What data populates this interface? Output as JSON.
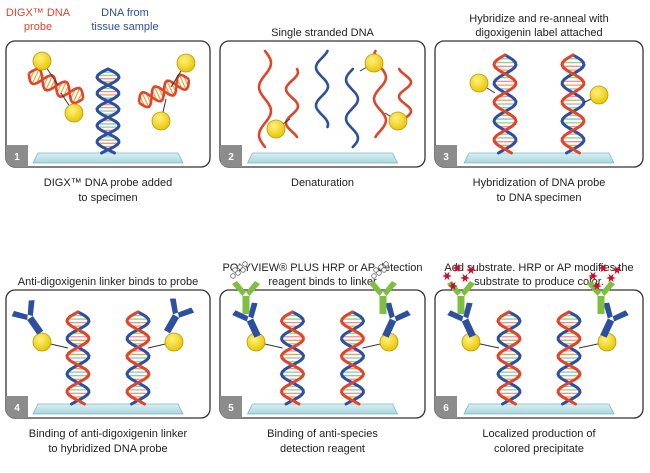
{
  "legend": {
    "probe_line1": "DIGX™ DNA",
    "probe_line2": "probe",
    "tissue_line1": "DNA from",
    "tissue_line2": "tissue sample"
  },
  "colors": {
    "probe": "#e0452a",
    "tissue": "#2d4fa0",
    "label": "#f5d20f",
    "linker": "#2d4fa0",
    "detection": "#7fbf3f",
    "precipitate": "#c8102e",
    "slide": "#bfe3e8",
    "badge": "#8c8c8c"
  },
  "panels": [
    {
      "number": "1",
      "header": [
        "",
        ""
      ],
      "caption": [
        "DIGX™ DNA probe added",
        "to specimen"
      ]
    },
    {
      "number": "2",
      "header": [
        "",
        "Single stranded DNA"
      ],
      "caption": [
        "Denaturation",
        ""
      ]
    },
    {
      "number": "3",
      "header": [
        "Hybridize and re-anneal with",
        "digoxigenin label attached"
      ],
      "caption": [
        "Hybridization of DNA probe",
        "to DNA specimen"
      ]
    },
    {
      "number": "4",
      "header": [
        "",
        "Anti-digoxigenin linker binds to probe"
      ],
      "caption": [
        "Binding of anti-digoxigenin linker",
        "to hybridized DNA probe"
      ]
    },
    {
      "number": "5",
      "header": [
        "POLYVIEW® PLUS HRP or AP detection",
        "reagent binds to linker"
      ],
      "caption": [
        "Binding of anti-species",
        "detection reagent"
      ]
    },
    {
      "number": "6",
      "header": [
        "Add substrate. HRP or AP modifies the",
        "substrate to produce color."
      ],
      "caption": [
        "Localized production of",
        "colored precipitate"
      ]
    }
  ]
}
